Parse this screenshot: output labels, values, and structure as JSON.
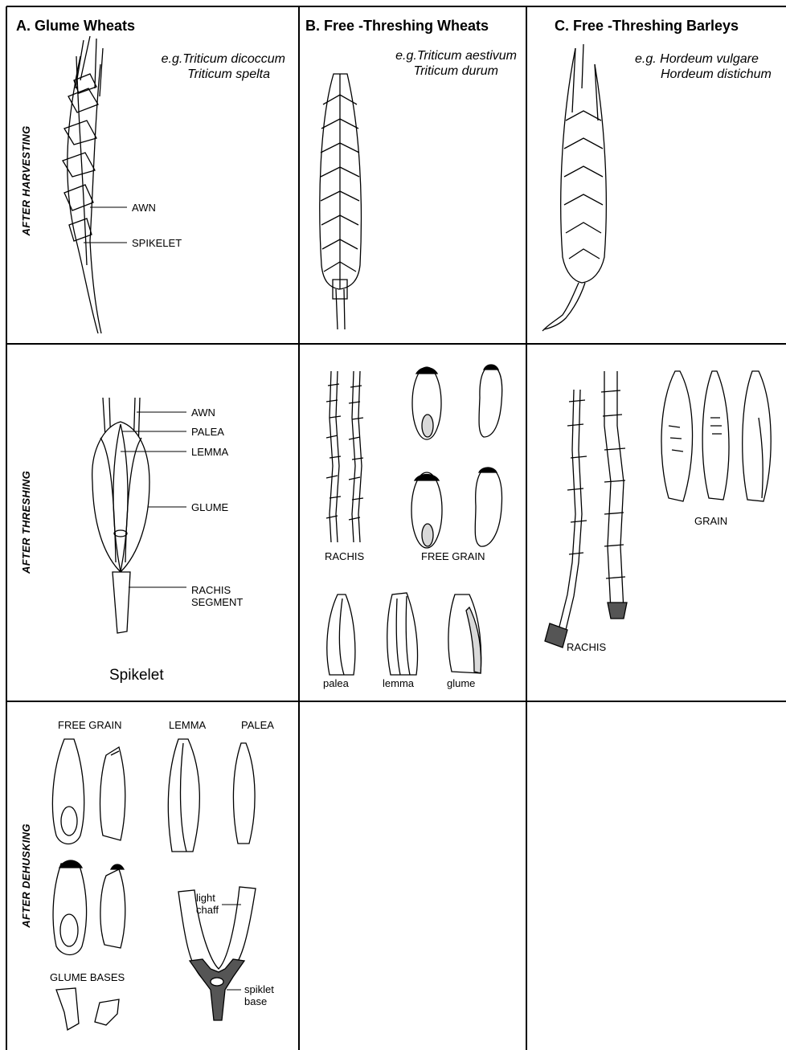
{
  "columns": [
    {
      "title": "A. Glume Wheats",
      "examples": [
        "e.g.Triticum dicoccum",
        "Triticum spelta"
      ]
    },
    {
      "title": "B. Free -Threshing Wheats",
      "examples": [
        "e.g.Triticum aestivum",
        "Triticum durum"
      ]
    },
    {
      "title": "C. Free -Threshing Barleys",
      "examples": [
        "e.g. Hordeum vulgare",
        "Hordeum distichum"
      ]
    }
  ],
  "rows": [
    "AFTER HARVESTING",
    "AFTER THRESHING",
    "AFTER DEHUSKING"
  ],
  "labels": {
    "awn": "AWN",
    "spikelet": "SPIKELET",
    "palea": "PALEA",
    "lemma": "LEMMA",
    "glume": "GLUME",
    "rachis_segment_1": "RACHIS",
    "rachis_segment_2": "SEGMENT",
    "spikelet_caption": "Spikelet",
    "rachis": "RACHIS",
    "free_grain": "FREE GRAIN",
    "palea_lc": "palea",
    "lemma_lc": "lemma",
    "glume_lc": "glume",
    "grain": "GRAIN",
    "glume_bases": "GLUME BASES",
    "light_1": "light",
    "light_2": "chaff",
    "spiklet_1": "spiklet",
    "spiklet_2": "base"
  },
  "colors": {
    "line": "#000000",
    "background": "#ffffff",
    "shade_dark": "#555555",
    "shade_light": "#d9d9d9"
  }
}
